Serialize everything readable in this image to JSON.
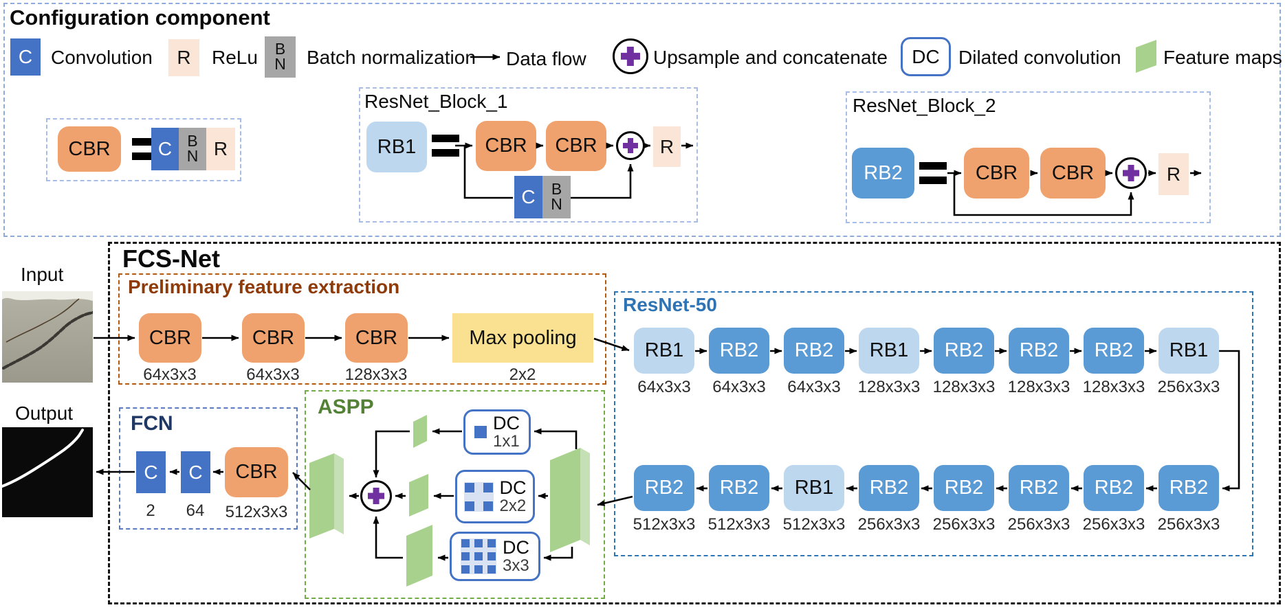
{
  "config": {
    "title": "Configuration component",
    "legend": {
      "conv": {
        "glyph": "C",
        "label": "Convolution"
      },
      "relu": {
        "glyph": "R",
        "label": "ReLu"
      },
      "bn": {
        "glyph_top": "B",
        "glyph_bottom": "N",
        "label": "Batch normalization"
      },
      "dataflow": {
        "label": "Data flow"
      },
      "upsample": {
        "label": "Upsample and concatenate"
      },
      "dc": {
        "glyph": "DC",
        "label": "Dilated convolution"
      },
      "fmap": {
        "label": "Feature maps"
      }
    },
    "cbr_def": {
      "lhs": "CBR",
      "c": "C",
      "b": "B",
      "n": "N",
      "r": "R"
    },
    "block1": {
      "title": "ResNet_Block_1",
      "lhs": "RB1",
      "cbr1": "CBR",
      "cbr2": "CBR",
      "skip_c": "C",
      "skip_b": "B",
      "skip_n": "N",
      "r": "R"
    },
    "block2": {
      "title": "ResNet_Block_2",
      "lhs": "RB2",
      "cbr1": "CBR",
      "cbr2": "CBR",
      "r": "R"
    }
  },
  "fcsnet": {
    "title": "FCS-Net",
    "input_label": "Input",
    "output_label": "Output",
    "preliminary": {
      "title": "Preliminary feature extraction",
      "cbr1": {
        "label": "CBR",
        "size": "64x3x3"
      },
      "cbr2": {
        "label": "CBR",
        "size": "64x3x3"
      },
      "cbr3": {
        "label": "CBR",
        "size": "128x3x3"
      },
      "maxpool": {
        "label": "Max pooling",
        "size": "2x2"
      }
    },
    "resnet": {
      "title": "ResNet-50",
      "row1": [
        {
          "label": "RB1",
          "size": "64x3x3"
        },
        {
          "label": "RB2",
          "size": "64x3x3"
        },
        {
          "label": "RB2",
          "size": "64x3x3"
        },
        {
          "label": "RB1",
          "size": "128x3x3"
        },
        {
          "label": "RB2",
          "size": "128x3x3"
        },
        {
          "label": "RB2",
          "size": "128x3x3"
        },
        {
          "label": "RB2",
          "size": "128x3x3"
        },
        {
          "label": "RB1",
          "size": "256x3x3"
        }
      ],
      "row2": [
        {
          "label": "RB2",
          "size": "512x3x3"
        },
        {
          "label": "RB2",
          "size": "512x3x3"
        },
        {
          "label": "RB1",
          "size": "512x3x3"
        },
        {
          "label": "RB2",
          "size": "256x3x3"
        },
        {
          "label": "RB2",
          "size": "256x3x3"
        },
        {
          "label": "RB2",
          "size": "256x3x3"
        },
        {
          "label": "RB2",
          "size": "256x3x3"
        },
        {
          "label": "RB2",
          "size": "256x3x3"
        }
      ]
    },
    "aspp": {
      "title": "ASPP",
      "dc1": {
        "label": "DC",
        "size": "1x1"
      },
      "dc2": {
        "label": "DC",
        "size": "2x2"
      },
      "dc3": {
        "label": "DC",
        "size": "3x3"
      }
    },
    "fcn": {
      "title": "FCN",
      "c1": {
        "label": "C",
        "size": "2"
      },
      "c2": {
        "label": "C",
        "size": "64"
      },
      "cbr": {
        "label": "CBR",
        "size": "512x3x3"
      }
    }
  },
  "colors": {
    "conv_blue": "#4472C4",
    "rb2_blue": "#5B9BD5",
    "rb1_light_blue": "#BDD7EE",
    "cbr_orange": "#EFA26D",
    "relu_peach": "#FBE5D6",
    "bn_gray": "#A6A6A6",
    "maxpool_yellow": "#FAE191",
    "feature_map_green": "#A9D18E",
    "plus_purple": "#7030A0",
    "aspp_title_green": "#538135",
    "resnet_title_blue": "#2E74B5",
    "preliminary_title_brown": "#8E3B09",
    "fcn_title_navy": "#1F3864"
  }
}
